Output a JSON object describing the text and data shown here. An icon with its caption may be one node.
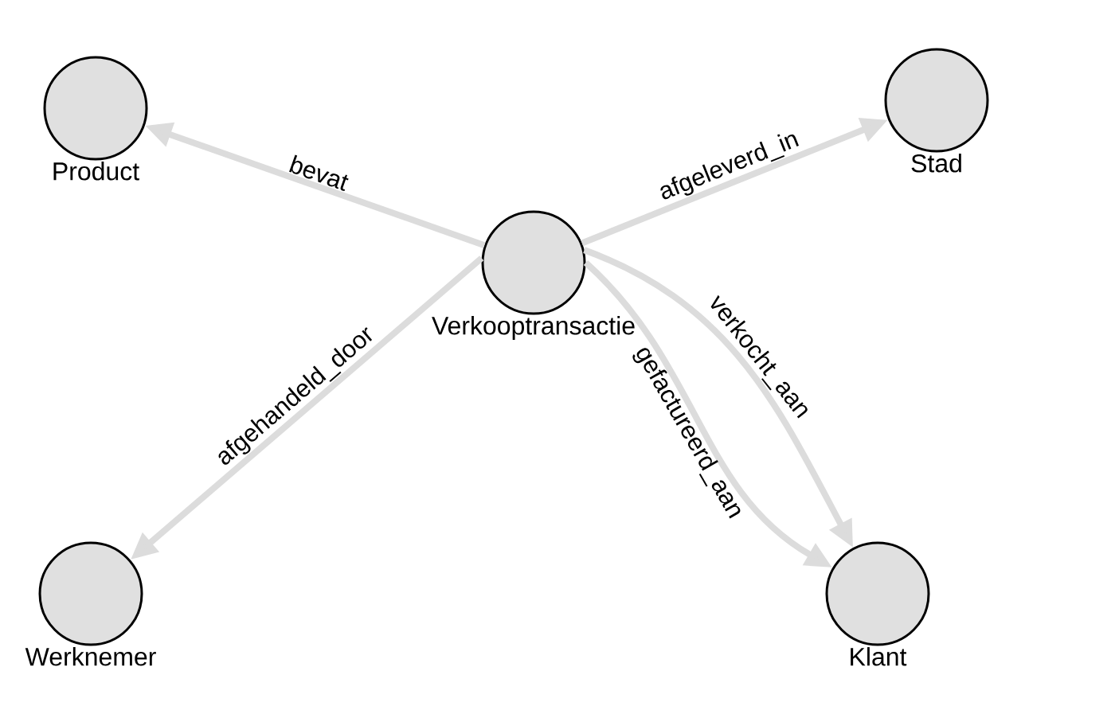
{
  "diagram": {
    "nodes": [
      {
        "text": [
          "Product"
        ]
      },
      {
        "text": [
          "Stad"
        ]
      },
      {
        "text": [
          "Verkooptransactie"
        ]
      },
      {
        "text": [
          "Werknemer"
        ]
      },
      {
        "text": [
          "Klant"
        ]
      }
    ],
    "edges": [
      {
        "from": 2,
        "to": 0,
        "arrow": "to",
        "label": "bevat"
      },
      {
        "from": 2,
        "to": 1,
        "arrow": "to",
        "label": "afgeleverd_in"
      },
      {
        "from": 2,
        "to": 3,
        "arrow": "to",
        "label": "afgehandeld_door"
      },
      {
        "from": 2,
        "to": 4,
        "arrow": "to",
        "label": "verkocht_aan"
      },
      {
        "from": 2,
        "to": 4,
        "arrow": "to",
        "label": "gefactureerd_aan"
      }
    ]
  }
}
